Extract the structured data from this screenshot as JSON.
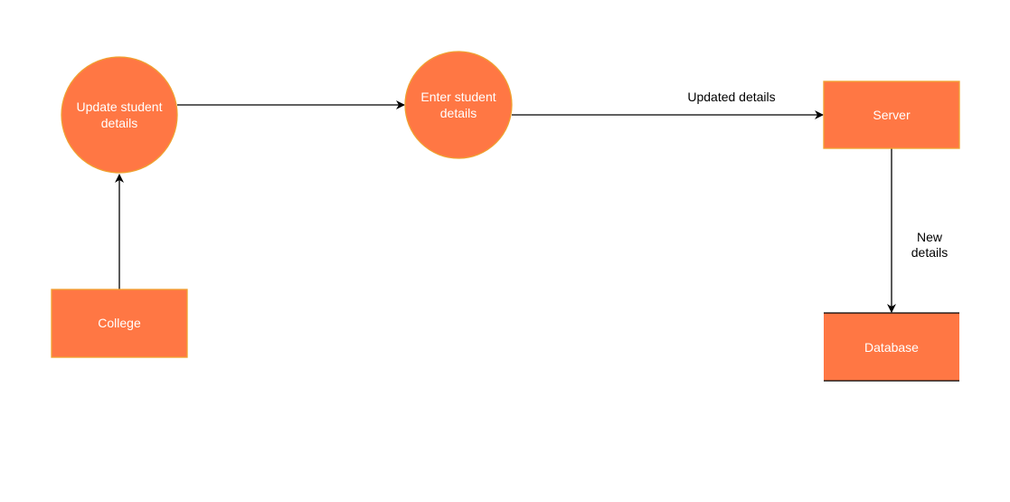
{
  "colors": {
    "node_fill": "#FF7744",
    "node_stroke": "#F0A030",
    "edge": "#000000",
    "node_text": "#FFFFFF"
  },
  "nodes": {
    "update_student_details": {
      "line1": "Update student",
      "line2": "details"
    },
    "enter_student_details": {
      "line1": "Enter student",
      "line2": "details"
    },
    "server": {
      "label": "Server"
    },
    "college": {
      "label": "College"
    },
    "database": {
      "label": "Database"
    }
  },
  "edges": {
    "updated_details": {
      "label": "Updated details"
    },
    "new_details": {
      "line1": "New",
      "line2": "details"
    }
  }
}
